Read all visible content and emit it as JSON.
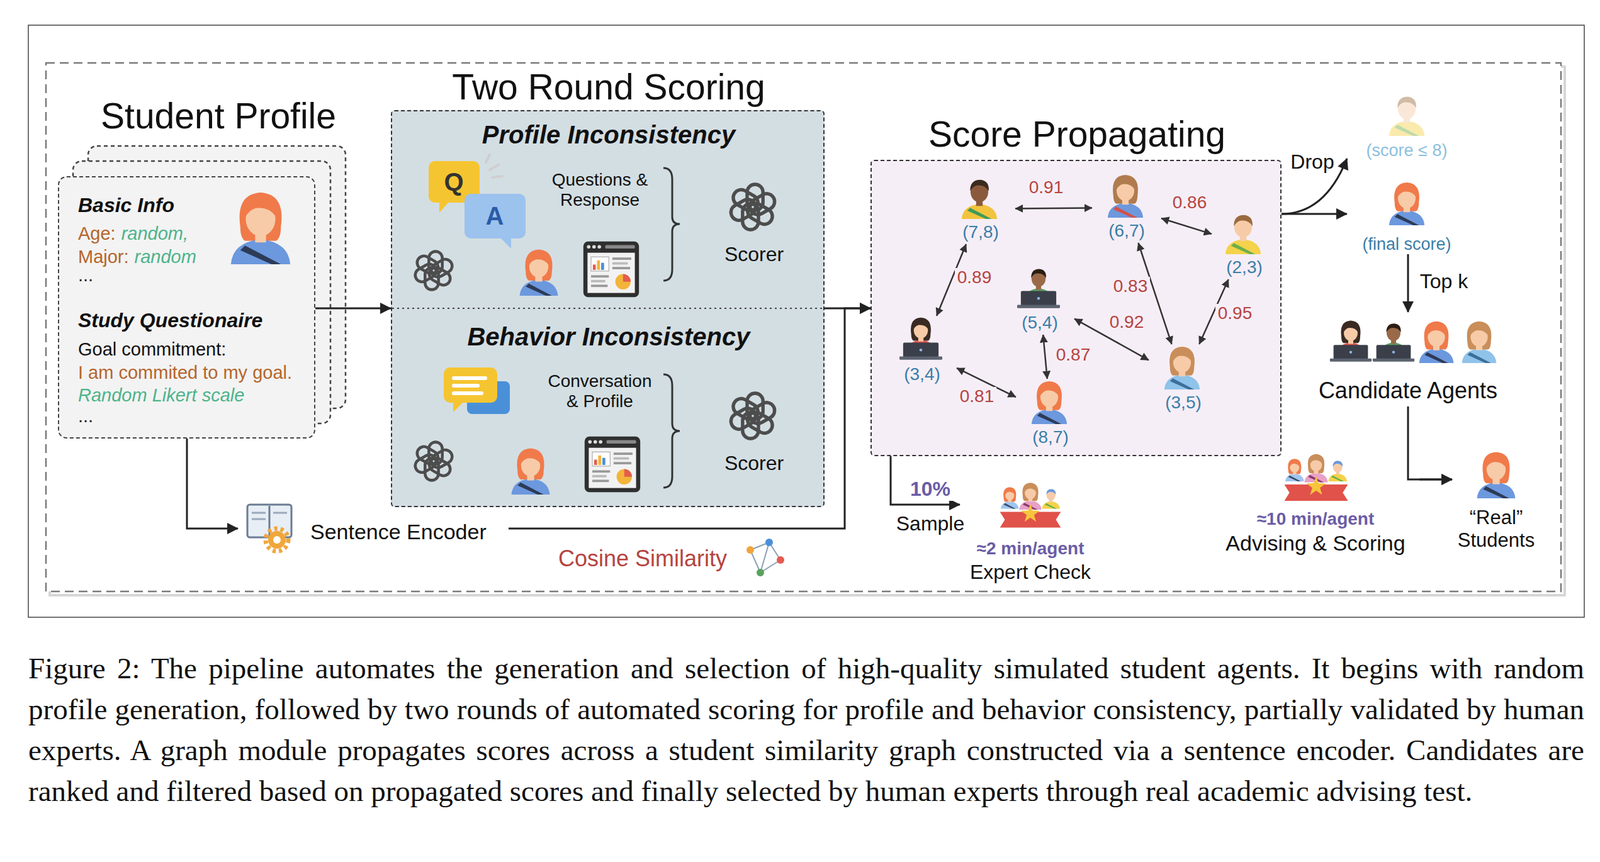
{
  "diagram": {
    "caption": "Figure 2: The pipeline automates the generation and selection of high-quality simulated student agents. It begins with random profile generation, followed by two rounds of automated scoring for profile and behavior consistency, partially validated by human experts. A graph module propagates scores across a student similarity graph constructed via a sentence encoder. Candidates are ranked and filtered based on propagated scores and finally selected by human experts through real academic advising test.",
    "nodes": [
      {
        "text": [
          "Student Profile",
          "Basic Info",
          "Age:",
          "random,",
          "Major:",
          "random",
          "...",
          "Study Questionaire",
          "Goal commitment:",
          "I am commited to my goal.",
          "Random Likert scale",
          "..."
        ]
      },
      {
        "text": [
          "Two Round Scoring"
        ]
      },
      {
        "text": [
          "Profile Inconsistency",
          "Questions & Response",
          "Scorer"
        ],
        "in": 1
      },
      {
        "text": [
          "Behavior Inconsistency",
          "Conversation & Profile",
          "Scorer"
        ],
        "in": 1
      },
      {
        "text": [
          "Sentence Encoder"
        ]
      },
      {
        "text": [
          "Score Propagating"
        ]
      },
      {
        "text": [
          "(7,8)"
        ],
        "in": 5
      },
      {
        "text": [
          "(6,7)"
        ],
        "in": 5
      },
      {
        "text": [
          "(2,3)"
        ],
        "in": 5
      },
      {
        "text": [
          "(5,4)"
        ],
        "in": 5
      },
      {
        "text": [
          "(3,4)"
        ],
        "in": 5
      },
      {
        "text": [
          "(3,5)"
        ],
        "in": 5
      },
      {
        "text": [
          "(8,7)"
        ],
        "in": 5
      },
      {
        "text": [
          "≈2 min/agent",
          "Expert Check"
        ]
      },
      {
        "text": [
          "(score ≤ 8)"
        ]
      },
      {
        "text": [
          "(final score)"
        ]
      },
      {
        "text": [
          "Candidate Agents"
        ]
      },
      {
        "text": [
          "≈10 min/agent",
          "Advising & Scoring"
        ]
      },
      {
        "text": [
          "“Real” Students"
        ]
      }
    ],
    "edges": [
      {
        "from": 0,
        "to": 1,
        "arrow": "to"
      },
      {
        "from": 1,
        "to": 5,
        "arrow": "to"
      },
      {
        "from": 0,
        "to": 4,
        "arrow": "to"
      },
      {
        "from": 4,
        "to": 5,
        "label": "Cosine Similarity",
        "arrow": "to"
      },
      {
        "from": 6,
        "to": 7,
        "label": "0.91",
        "arrow": "both"
      },
      {
        "from": 7,
        "to": 8,
        "label": "0.86",
        "arrow": "both"
      },
      {
        "from": 6,
        "to": 10,
        "label": "0.89",
        "arrow": "both"
      },
      {
        "from": 7,
        "to": 11,
        "label": "0.83",
        "arrow": "both"
      },
      {
        "from": 8,
        "to": 11,
        "label": "0.95",
        "arrow": "both"
      },
      {
        "from": 9,
        "to": 11,
        "label": "0.92",
        "arrow": "both"
      },
      {
        "from": 9,
        "to": 12,
        "label": "0.87",
        "arrow": "both"
      },
      {
        "from": 10,
        "to": 12,
        "label": "0.81",
        "arrow": "both"
      },
      {
        "from": 5,
        "to": 13,
        "label": "10%",
        "arrow": "to"
      },
      {
        "from": 5,
        "to": 14,
        "label": "Drop",
        "arrow": "to"
      },
      {
        "from": 5,
        "to": 15,
        "arrow": "to"
      },
      {
        "from": 15,
        "to": 16,
        "label": "Top k",
        "arrow": "to"
      },
      {
        "from": 16,
        "to": 18,
        "arrow": "to"
      },
      {
        "from": 17,
        "to": 18,
        "arrow": "to"
      }
    ],
    "labels": [
      "Q",
      "A",
      "Sample"
    ]
  }
}
